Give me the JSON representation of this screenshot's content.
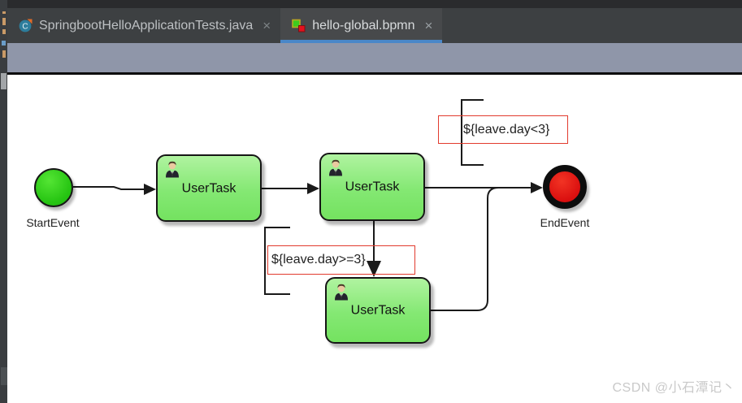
{
  "ui": {
    "close_glyph": "×"
  },
  "tabs": [
    {
      "label": "SpringbootHelloApplicationTests.java",
      "icon": "java-test-class-icon",
      "icon_letter": "C",
      "active": false
    },
    {
      "label": "hello-global.bpmn",
      "icon": "bpmn-file-icon",
      "active": true
    }
  ],
  "diagram": {
    "start_event": {
      "label": "StartEvent"
    },
    "end_event": {
      "label": "EndEvent"
    },
    "tasks": [
      {
        "label": "UserTask"
      },
      {
        "label": "UserTask"
      },
      {
        "label": "UserTask"
      }
    ],
    "conditions": [
      {
        "expression": "${leave.day<3}"
      },
      {
        "expression": "${leave.day>=3}"
      }
    ]
  },
  "watermark": "CSDN @小石潭记丶",
  "colors": {
    "tab_bar": "#3d4042",
    "tab_active_underline": "#4a87c8",
    "toolbar": "#8f96a9",
    "task_fill_top": "#b0f3a0",
    "task_fill_bottom": "#74e260",
    "start_event_fill": "#27c513",
    "end_event_fill": "#da0f0f",
    "condition_border": "#e23b2e"
  }
}
